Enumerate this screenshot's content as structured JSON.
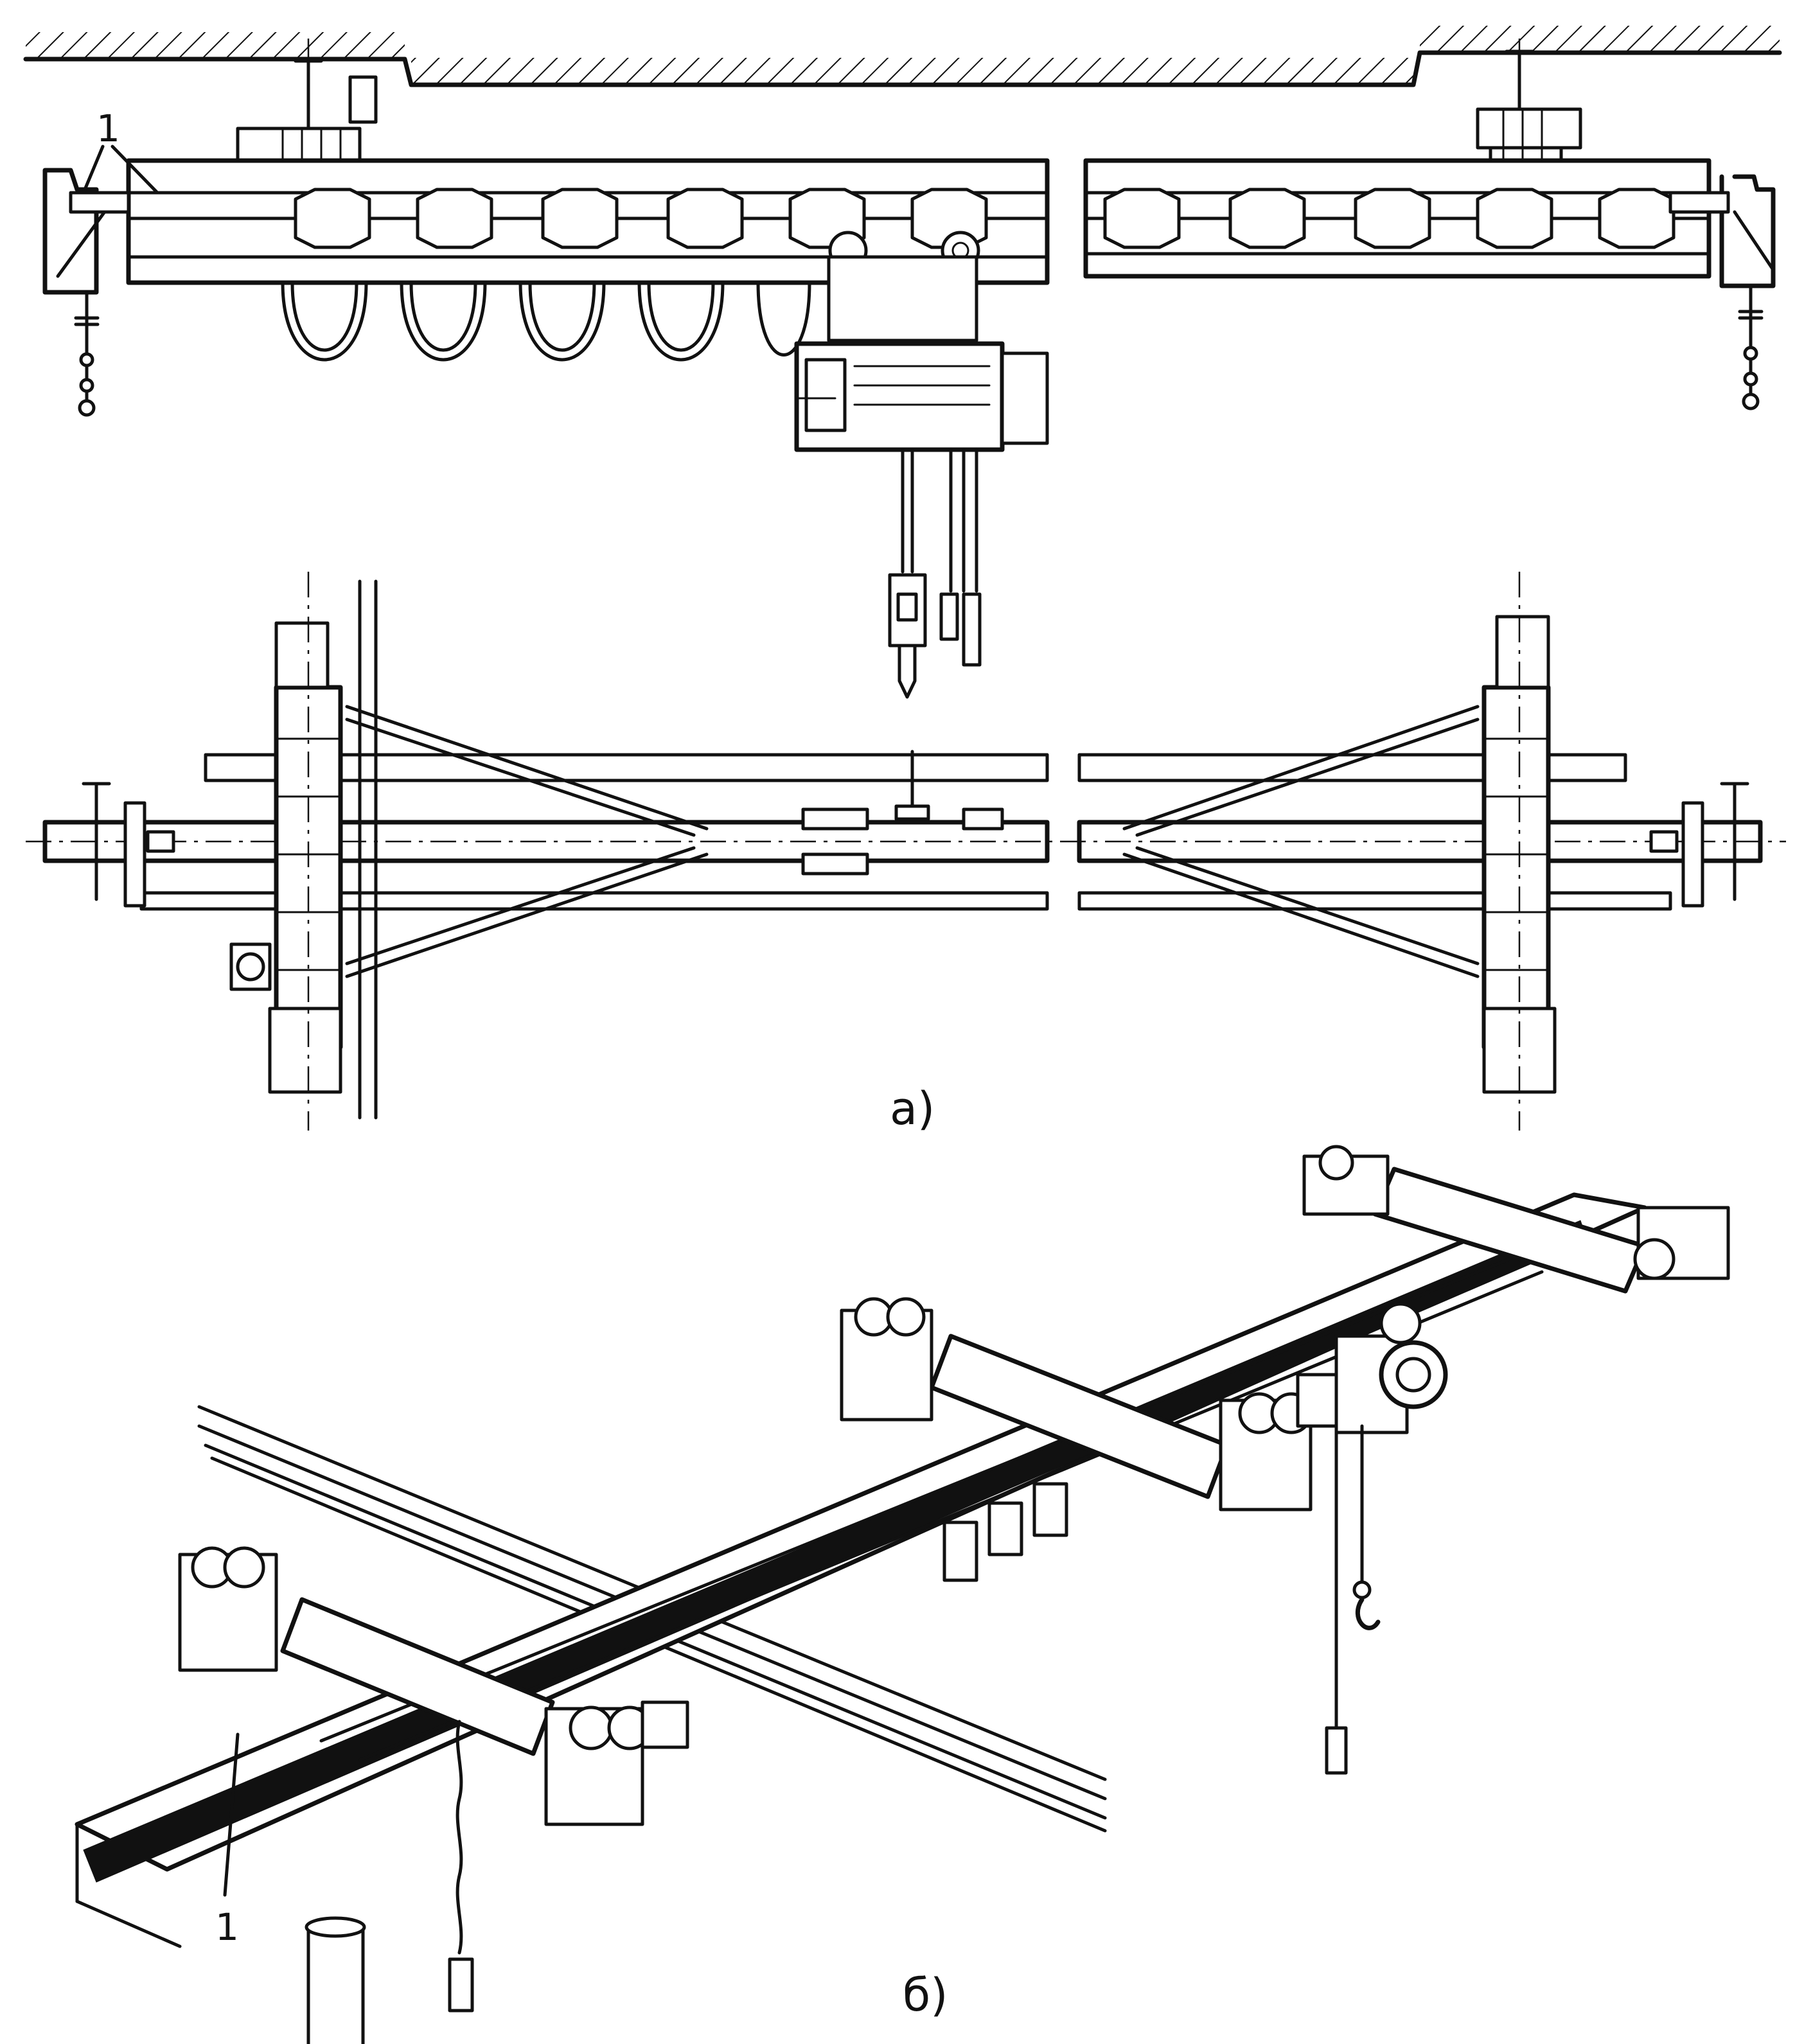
{
  "labels": {
    "callout_top": "1",
    "callout_bottom": "1",
    "caption_a": "а)",
    "caption_b": "б)"
  },
  "colors": {
    "ink": "#111111",
    "paper": "#ffffff"
  }
}
